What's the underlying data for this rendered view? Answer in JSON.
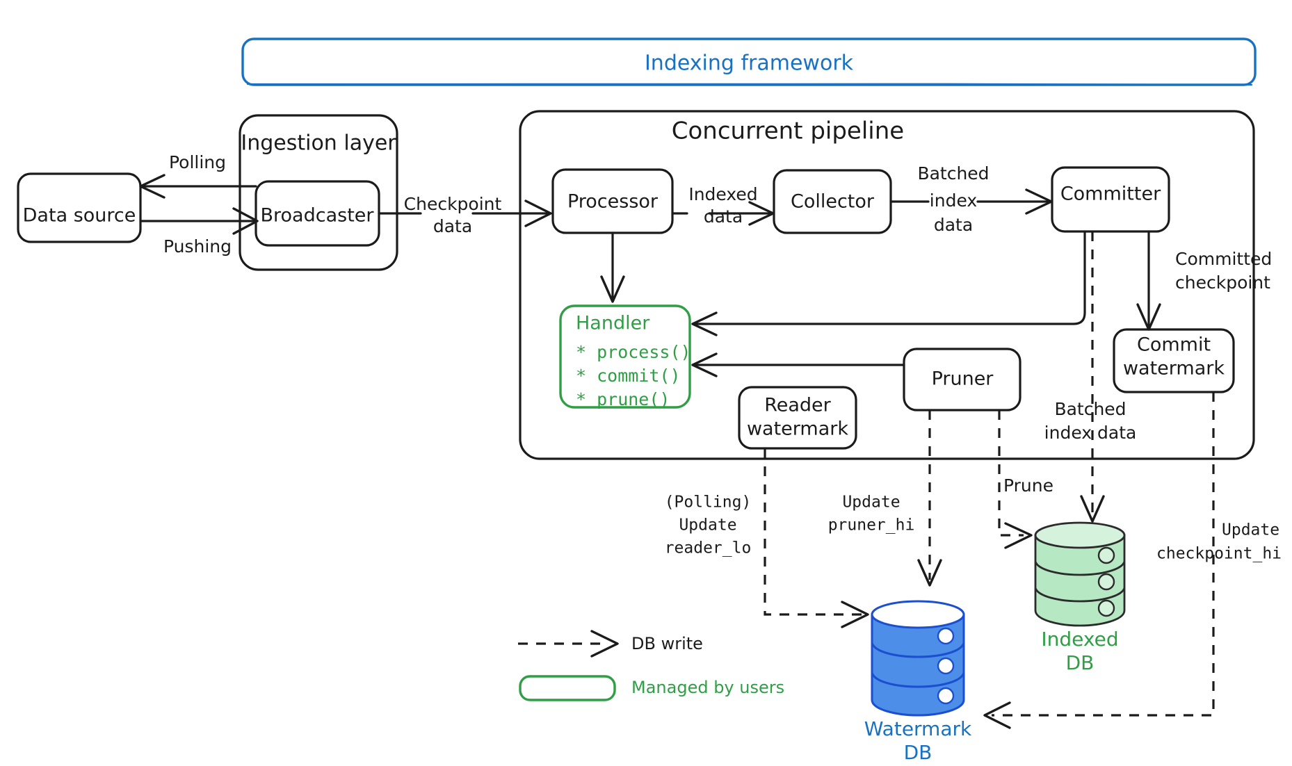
{
  "diagram": {
    "title_banner": "Indexing framework",
    "groups": {
      "ingestion": "Ingestion layer",
      "pipeline": "Concurrent pipeline"
    },
    "nodes": {
      "data_source": "Data source",
      "broadcaster": "Broadcaster",
      "processor": "Processor",
      "collector": "Collector",
      "committer": "Committer",
      "commit_watermark_l1": "Commit",
      "commit_watermark_l2": "watermark",
      "pruner": "Pruner",
      "reader_watermark_l1": "Reader",
      "reader_watermark_l2": "watermark",
      "handler_title": "Handler",
      "handler_methods": [
        "* process()",
        "* commit()",
        "* prune()"
      ]
    },
    "edge_labels": {
      "polling": "Polling",
      "pushing": "Pushing",
      "checkpoint_data_l1": "Checkpoint",
      "checkpoint_data_l2": "data",
      "indexed_data_l1": "Indexed",
      "indexed_data_l2": "data",
      "batched_index_data_l1": "Batched",
      "batched_index_data_l2": "index",
      "batched_index_data_l3": "data",
      "committed_checkpoint_l1": "Committed",
      "committed_checkpoint_l2": "checkpoint",
      "batched_index_data2_l1": "Batched",
      "batched_index_data2_l2": "index data",
      "polling_update_l1": "(Polling)",
      "polling_update_l2": "Update",
      "polling_update_l3": "reader_lo",
      "update_pruner_l1": "Update",
      "update_pruner_l2": "pruner_hi",
      "prune": "Prune",
      "update_checkpoint_l1": "Update",
      "update_checkpoint_l2": "checkpoint_hi"
    },
    "databases": {
      "watermark_db_l1": "Watermark",
      "watermark_db_l2": "DB",
      "indexed_db_l1": "Indexed",
      "indexed_db_l2": "DB"
    },
    "legend": {
      "db_write": "DB write",
      "managed_by_users": "Managed by users"
    },
    "colors": {
      "accent_blue": "#1971c2",
      "accent_green": "#2f9e44",
      "ink": "#1b1b1b",
      "db_blue_fill": "#4d8ee8",
      "db_green_fill": "#b7e8c4"
    }
  }
}
